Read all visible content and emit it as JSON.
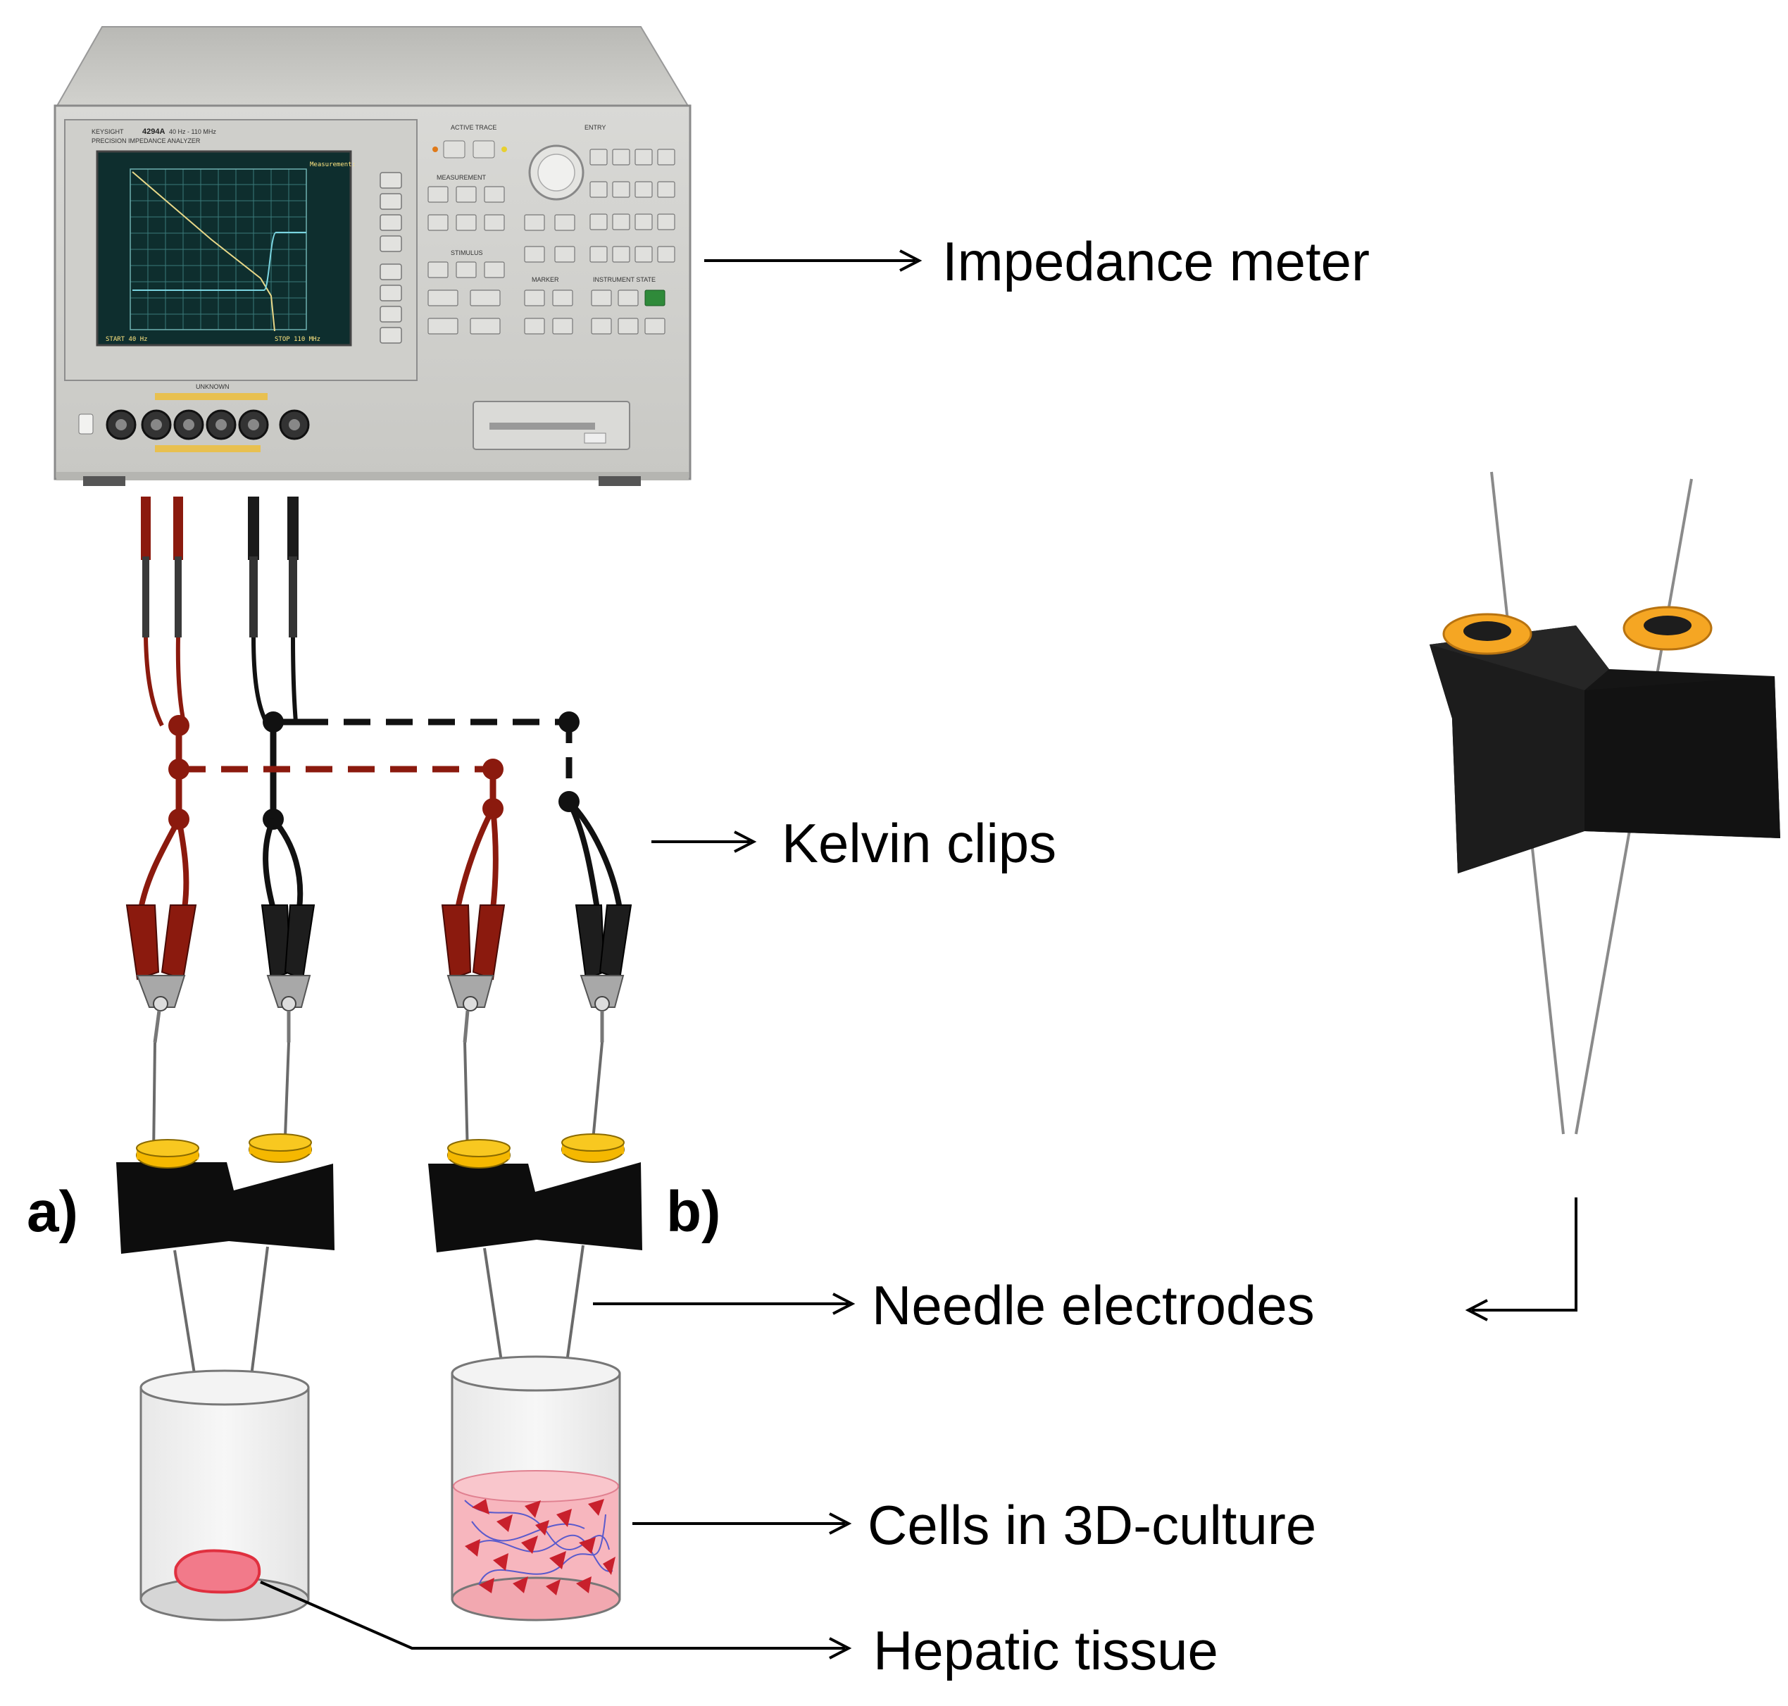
{
  "labels": {
    "impedance_meter": "Impedance meter",
    "kelvin_clips": "Kelvin clips",
    "needle_electrodes": "Needle electrodes",
    "cells_3d": "Cells in 3D-culture",
    "hepatic_tissue": "Hepatic tissue"
  },
  "panels": {
    "a": "a)",
    "b": "b)"
  },
  "instrument": {
    "brand": "KEYSIGHT",
    "model": "4294A",
    "range": "40 Hz - 110 MHz",
    "subtitle": "PRECISION IMPEDANCE ANALYZER",
    "unknown": "UNKNOWN",
    "sections": {
      "active_trace": "ACTIVE TRACE",
      "entry": "ENTRY",
      "measurement": "MEASUREMENT",
      "stimulus": "STIMULUS",
      "marker": "MARKER",
      "instrument_state": "INSTRUMENT STATE"
    },
    "screen": {
      "start": "START 40 Hz",
      "stop": "STOP 110 MHz",
      "measurement": "Measurement:"
    }
  },
  "colors": {
    "red_lead": "#8b1a0e",
    "black_lead": "#111111",
    "electrode_yellow": "#f5b800",
    "tissue_pink": "#f27a8a",
    "gel_pink": "#f7b6be",
    "cell_red": "#c8202c",
    "screen_bg": "#0e2e2e"
  }
}
